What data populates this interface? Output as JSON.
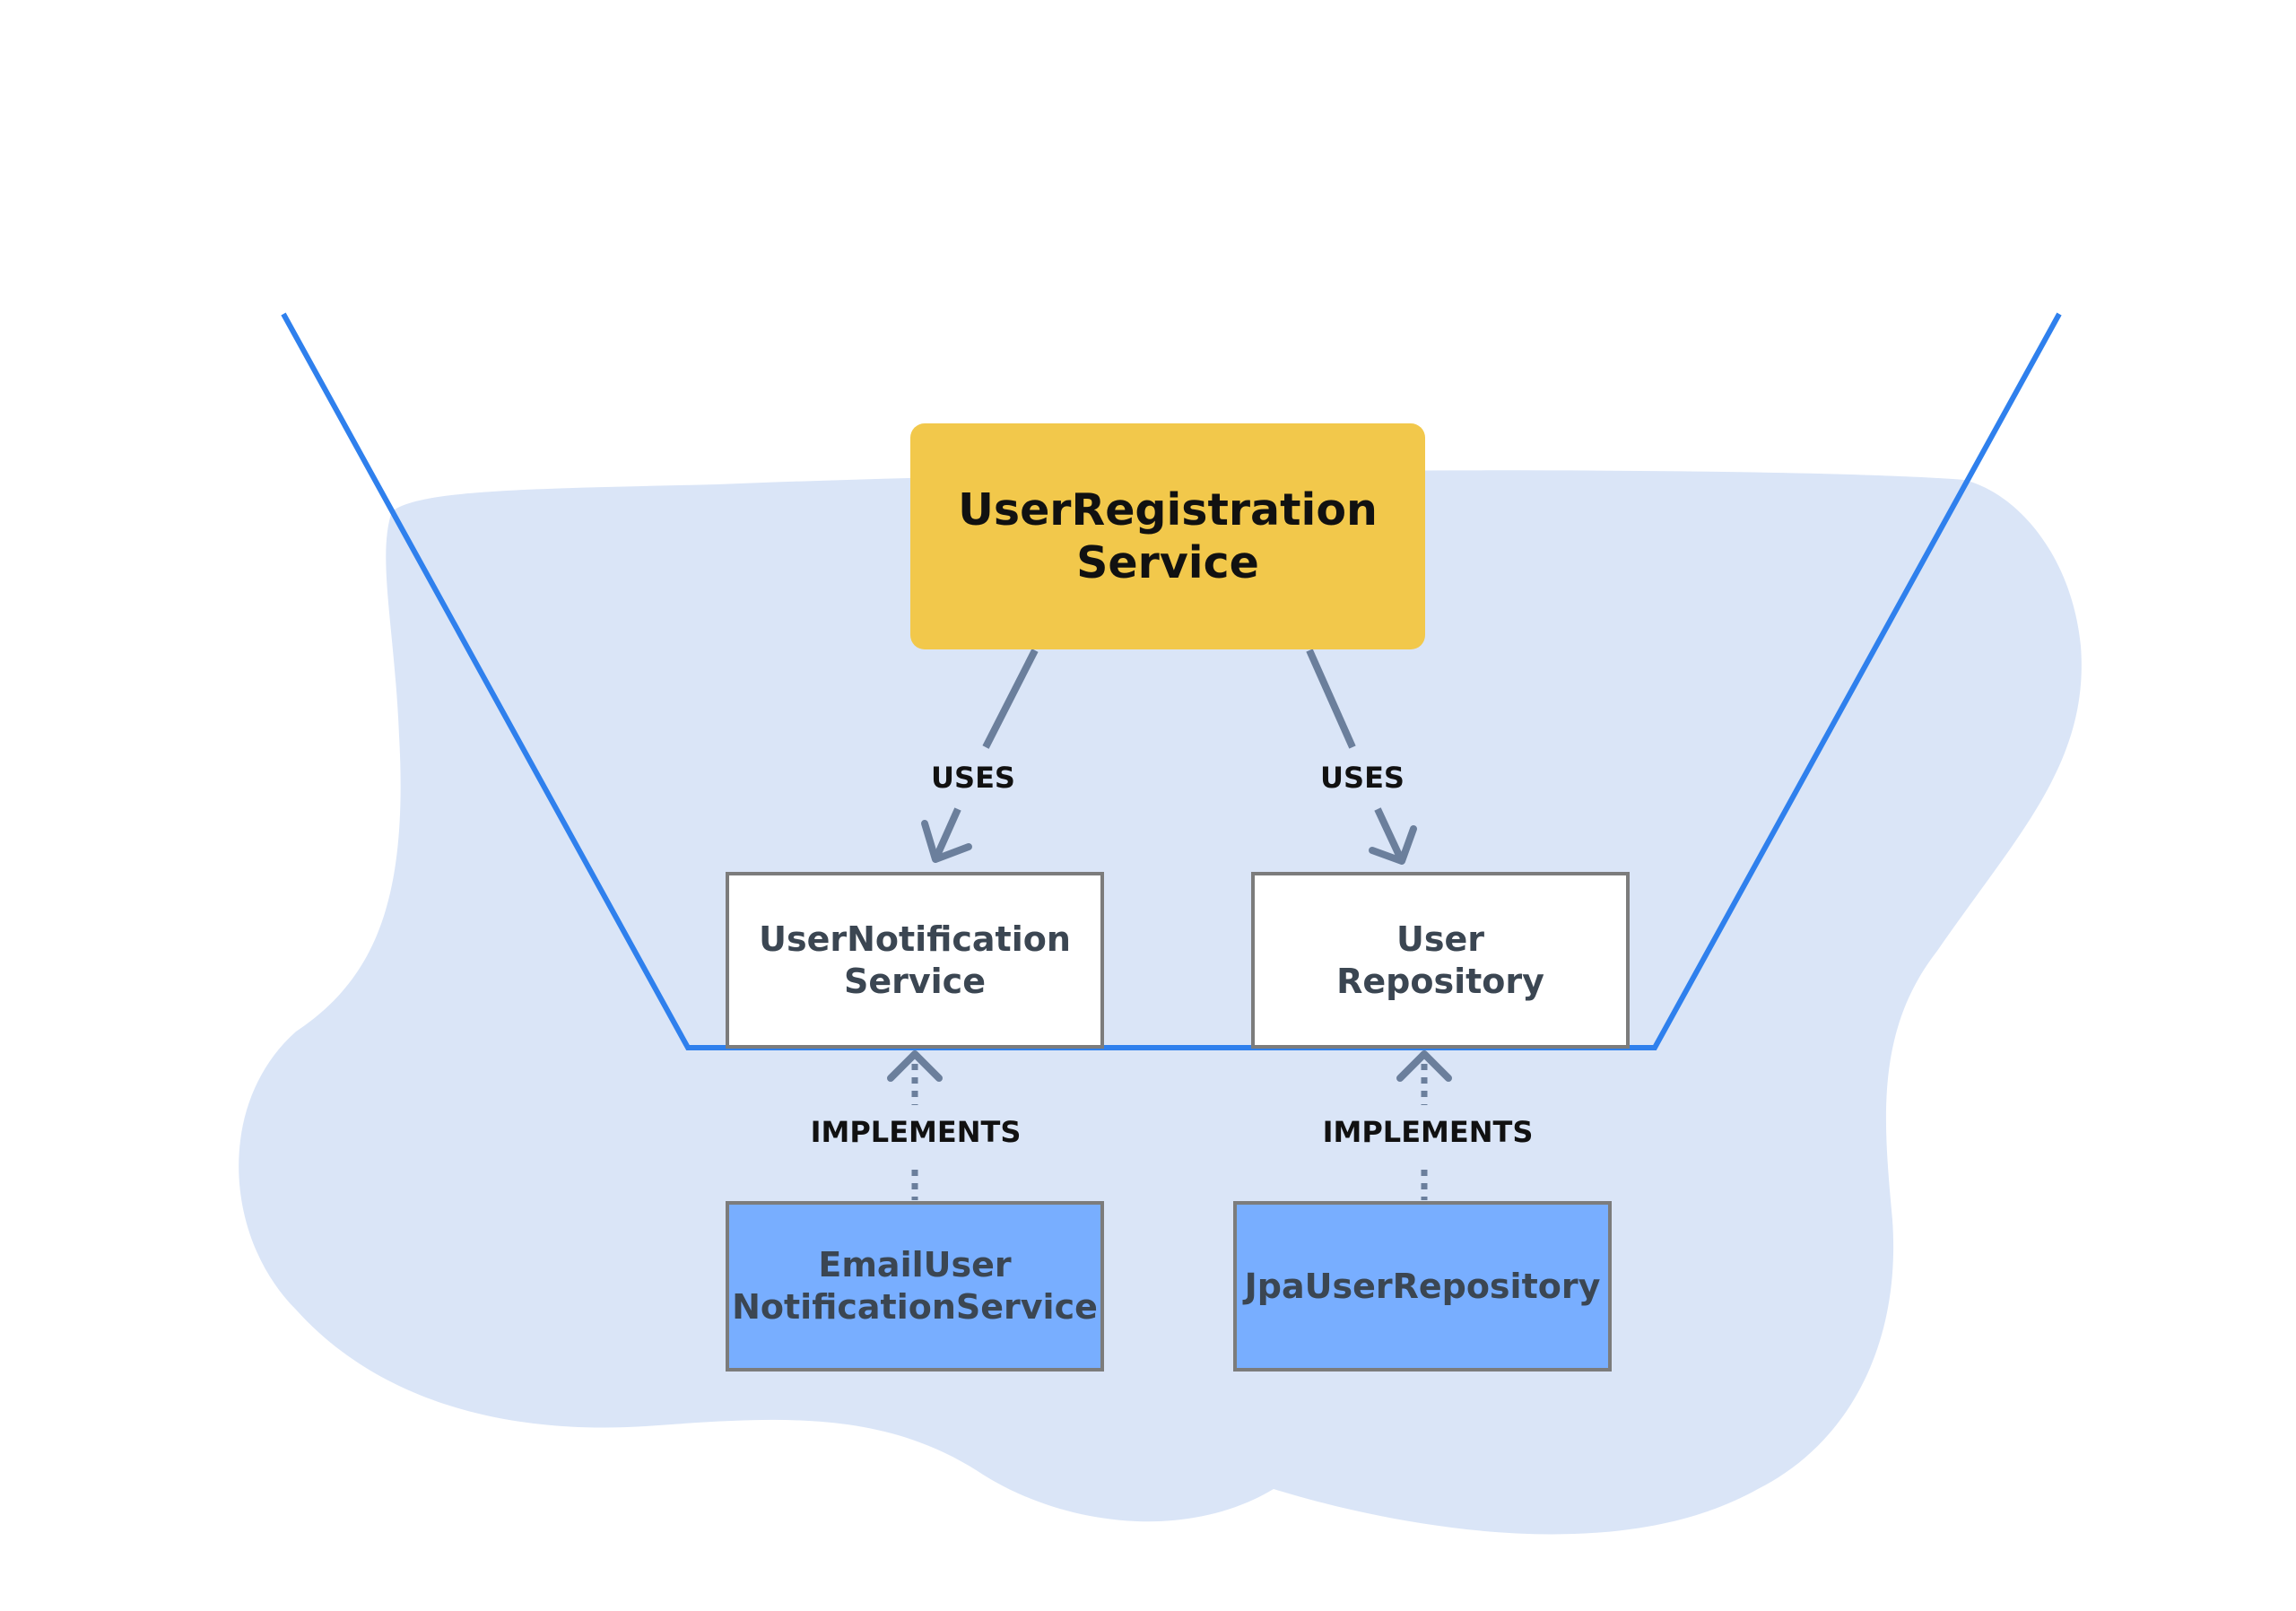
{
  "colors": {
    "blob": "#DAE5F7",
    "outline": "#2F80ED",
    "top_node": "#F2C84B",
    "impl_node": "#78AEFF",
    "arrow": "#6B7F9C"
  },
  "nodes": {
    "top": "UserRegistration\nService",
    "notification_interface": "UserNotification\nService",
    "repository_interface": "User\nRepository",
    "email_impl": "EmailUser\nNotificationService",
    "jpa_impl": "JpaUserRepository"
  },
  "edges": {
    "uses_left": "USES",
    "uses_right": "USES",
    "implements_left": "IMPLEMENTS",
    "implements_right": "IMPLEMENTS"
  }
}
